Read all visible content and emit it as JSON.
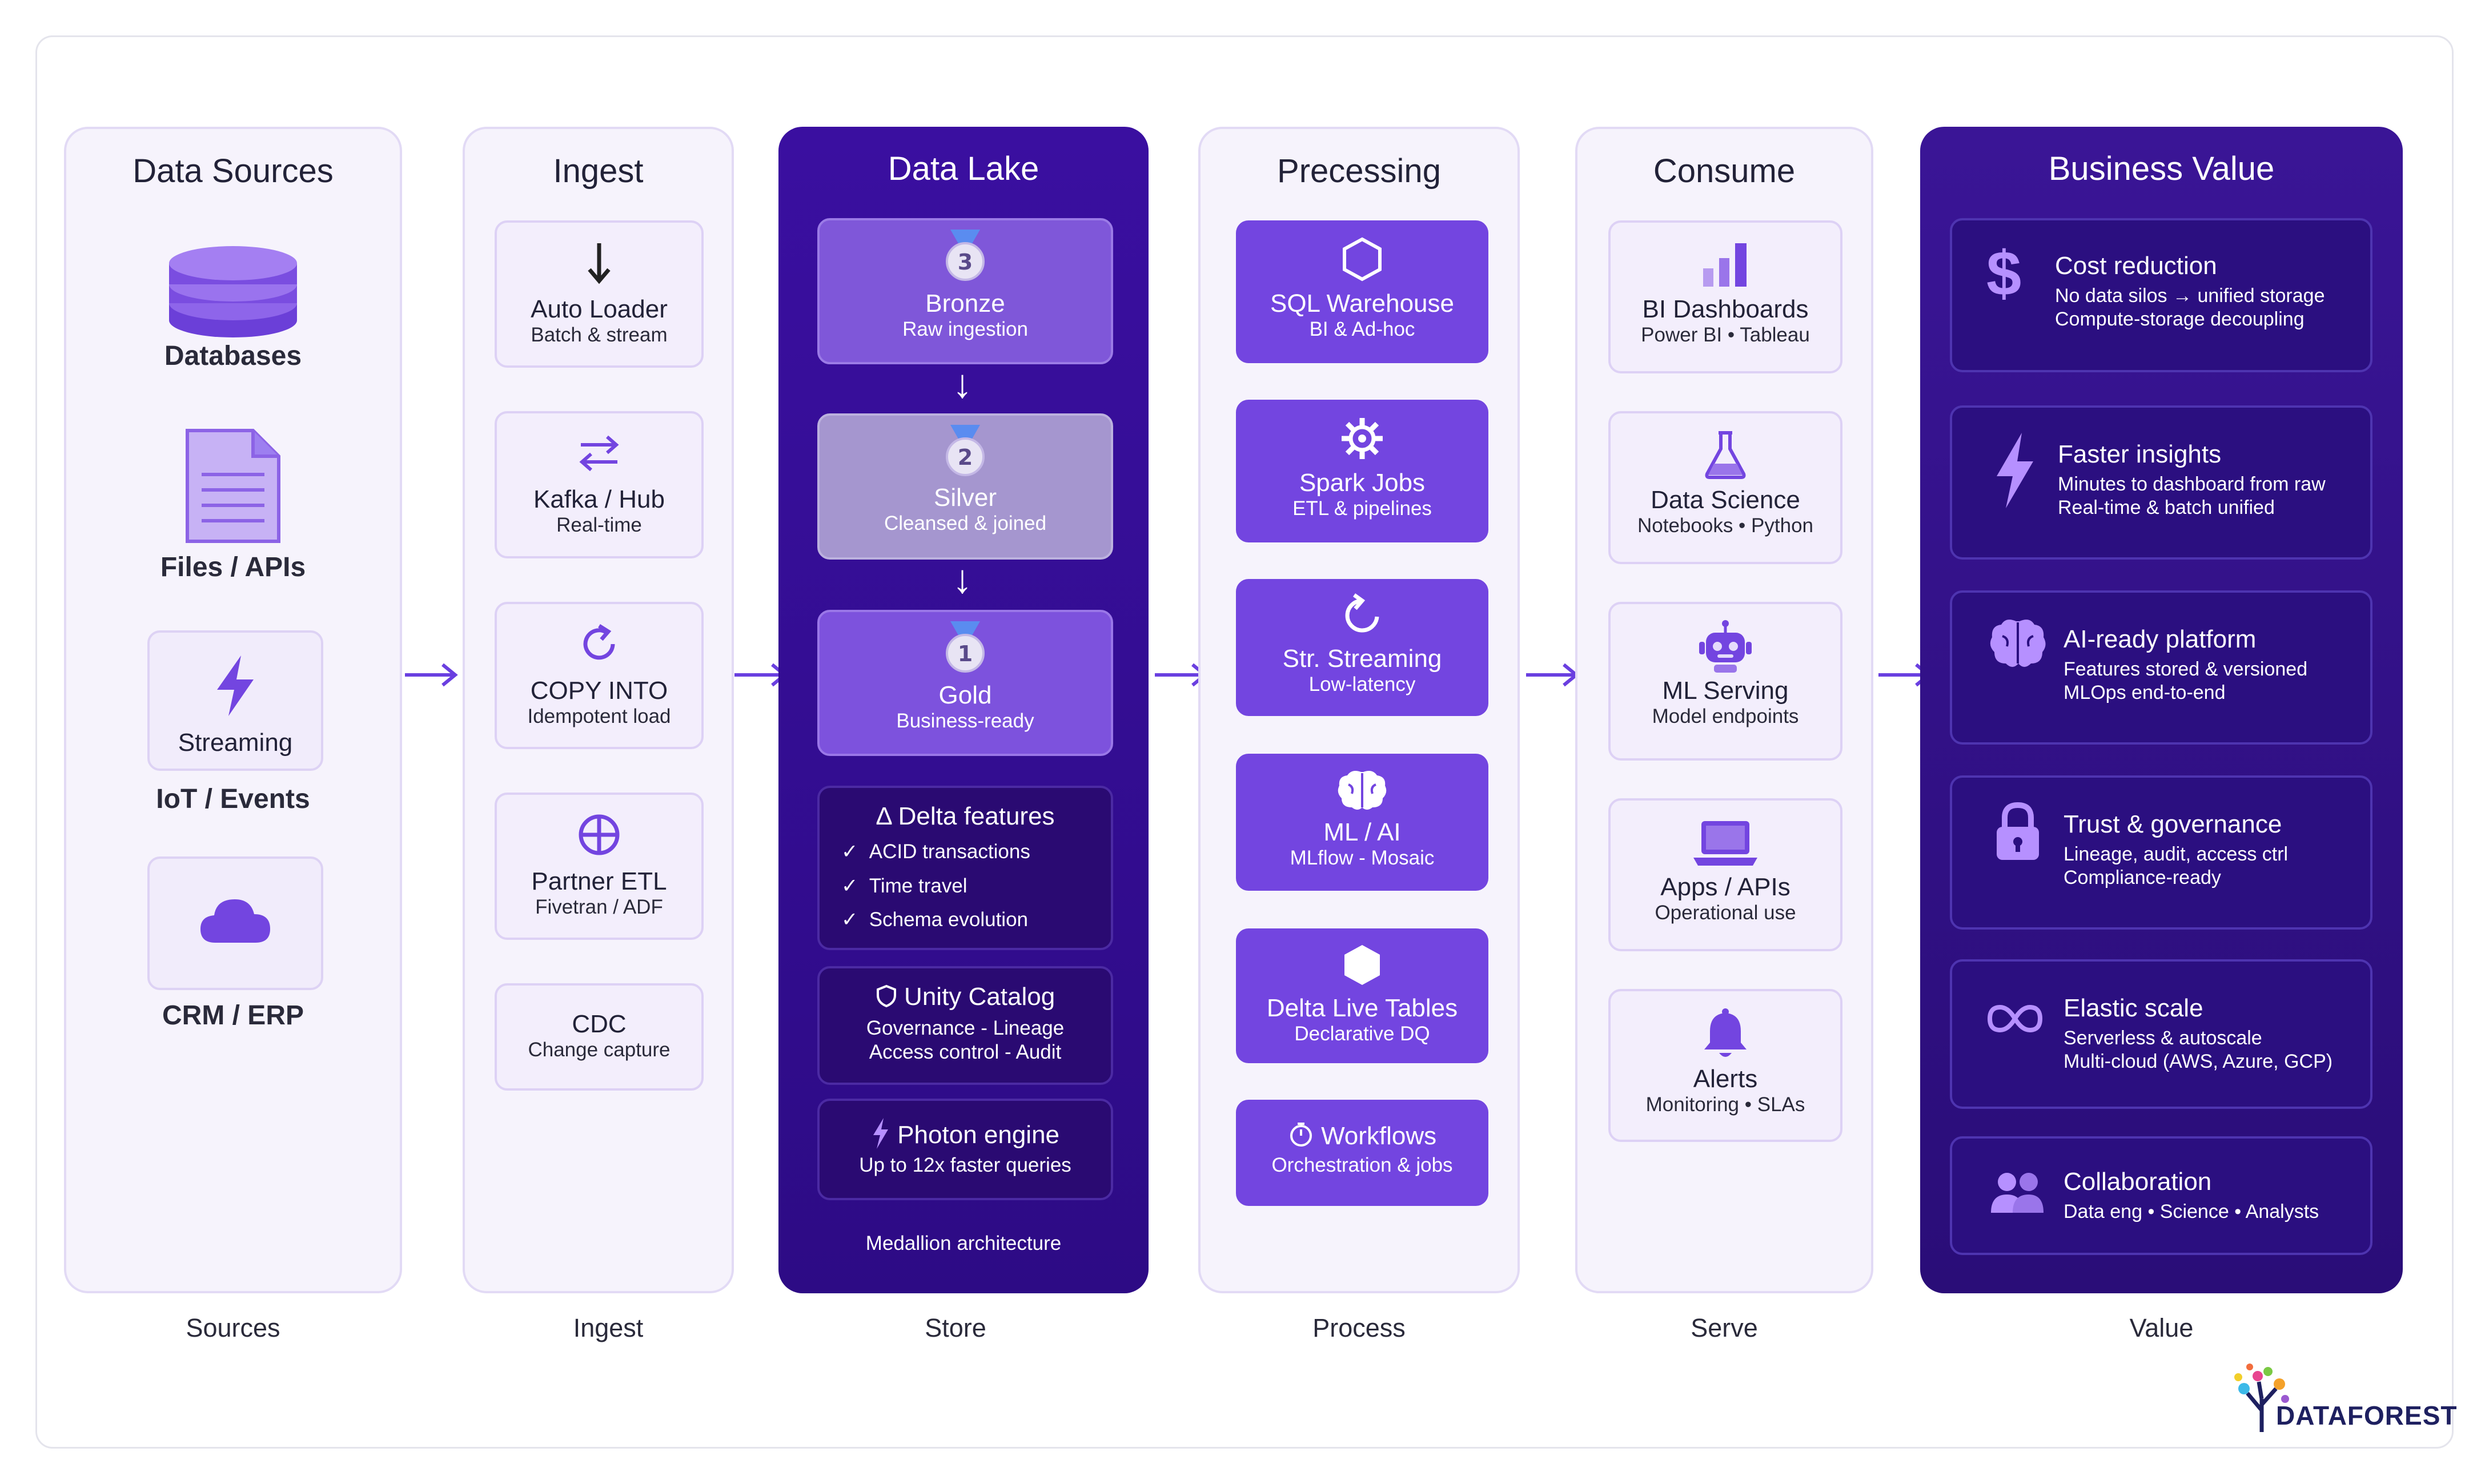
{
  "columns": {
    "sources": {
      "title": "Data Sources",
      "footer": "Sources",
      "items": [
        {
          "label": "Databases"
        },
        {
          "label": "Files / APIs"
        },
        {
          "box_label": "Streaming",
          "label": "IoT / Events"
        },
        {
          "label": "CRM / ERP"
        }
      ]
    },
    "ingest": {
      "title": "Ingest",
      "footer": "Ingest",
      "items": [
        {
          "title": "Auto Loader",
          "sub": "Batch & stream",
          "icon": "arrow-down-icon"
        },
        {
          "title": "Kafka / Hub",
          "sub": "Real-time",
          "icon": "swap-arrows-icon"
        },
        {
          "title": "COPY INTO",
          "sub": "Idempotent load",
          "icon": "refresh-icon"
        },
        {
          "title": "Partner ETL",
          "sub": "Fivetran / ADF",
          "icon": "globe-icon"
        },
        {
          "title": "CDC",
          "sub": "Change capture"
        }
      ]
    },
    "lake": {
      "title": "Data Lake",
      "footer": "Store",
      "medallion": [
        {
          "title": "Bronze",
          "sub": "Raw ingestion",
          "badge": "3"
        },
        {
          "title": "Silver",
          "sub": "Cleansed & joined",
          "badge": "2"
        },
        {
          "title": "Gold",
          "sub": "Business-ready",
          "badge": "1"
        }
      ],
      "delta": {
        "title": "Delta features",
        "glyph": "Δ",
        "items": [
          "ACID transactions",
          "Time travel",
          "Schema evolution"
        ]
      },
      "unity": {
        "title": "Unity Catalog",
        "line1": "Governance - Lineage",
        "line2": "Access control - Audit"
      },
      "photon": {
        "title": "Photon engine",
        "sub": "Up to 12x faster queries"
      },
      "caption": "Medallion architecture"
    },
    "process": {
      "title": "Precessing",
      "footer": "Process",
      "items": [
        {
          "title": "SQL Warehouse",
          "sub": "BI & Ad-hoc",
          "icon": "hexagon-outline-icon"
        },
        {
          "title": "Spark Jobs",
          "sub": "ETL & pipelines",
          "icon": "gear-icon"
        },
        {
          "title": "Str. Streaming",
          "sub": "Low-latency",
          "icon": "refresh-icon"
        },
        {
          "title": "ML / AI",
          "sub": "MLflow - Mosaic",
          "icon": "brain-icon"
        },
        {
          "title": "Delta Live Tables",
          "sub": "Declarative DQ",
          "icon": "hexagon-filled-icon"
        },
        {
          "title": "Workflows",
          "sub": "Orchestration & jobs",
          "icon": "timer-icon"
        }
      ]
    },
    "consume": {
      "title": "Consume",
      "footer": "Serve",
      "items": [
        {
          "title": "BI Dashboards",
          "sub": "Power BI • Tableau",
          "icon": "bar-chart-icon"
        },
        {
          "title": "Data Science",
          "sub": "Notebooks • Python",
          "icon": "flask-icon"
        },
        {
          "title": "ML Serving",
          "sub": "Model endpoints",
          "icon": "robot-icon"
        },
        {
          "title": "Apps / APIs",
          "sub": "Operational use",
          "icon": "laptop-icon"
        },
        {
          "title": "Alerts",
          "sub": "Monitoring • SLAs",
          "icon": "bell-icon"
        }
      ]
    },
    "value": {
      "title": "Business Value",
      "footer": "Value",
      "items": [
        {
          "title": "Cost reduction",
          "line1": "No data silos → unified storage",
          "line2": "Compute-storage decoupling",
          "icon": "dollar-icon"
        },
        {
          "title": "Faster insights",
          "line1": "Minutes to dashboard from raw",
          "line2": "Real-time & batch unified",
          "icon": "lightning-icon"
        },
        {
          "title": "AI-ready platform",
          "line1": "Features stored & versioned",
          "line2": "MLOps end-to-end",
          "icon": "brain-icon"
        },
        {
          "title": "Trust & governance",
          "line1": "Lineage, audit, access ctrl",
          "line2": "Compliance-ready",
          "icon": "lock-icon"
        },
        {
          "title": "Elastic scale",
          "line1": "Serverless & autoscale",
          "line2": "Multi-cloud (AWS, Azure, GCP)",
          "icon": "infinity-icon"
        },
        {
          "title": "Collaboration",
          "line1": "Data eng • Science • Analysts",
          "icon": "users-icon"
        }
      ]
    }
  },
  "logo": {
    "text": "DATAFOREST"
  },
  "colors": {
    "accent": "#7345e0",
    "dark": "#2d0b85",
    "arrow": "#6a3fe0"
  }
}
